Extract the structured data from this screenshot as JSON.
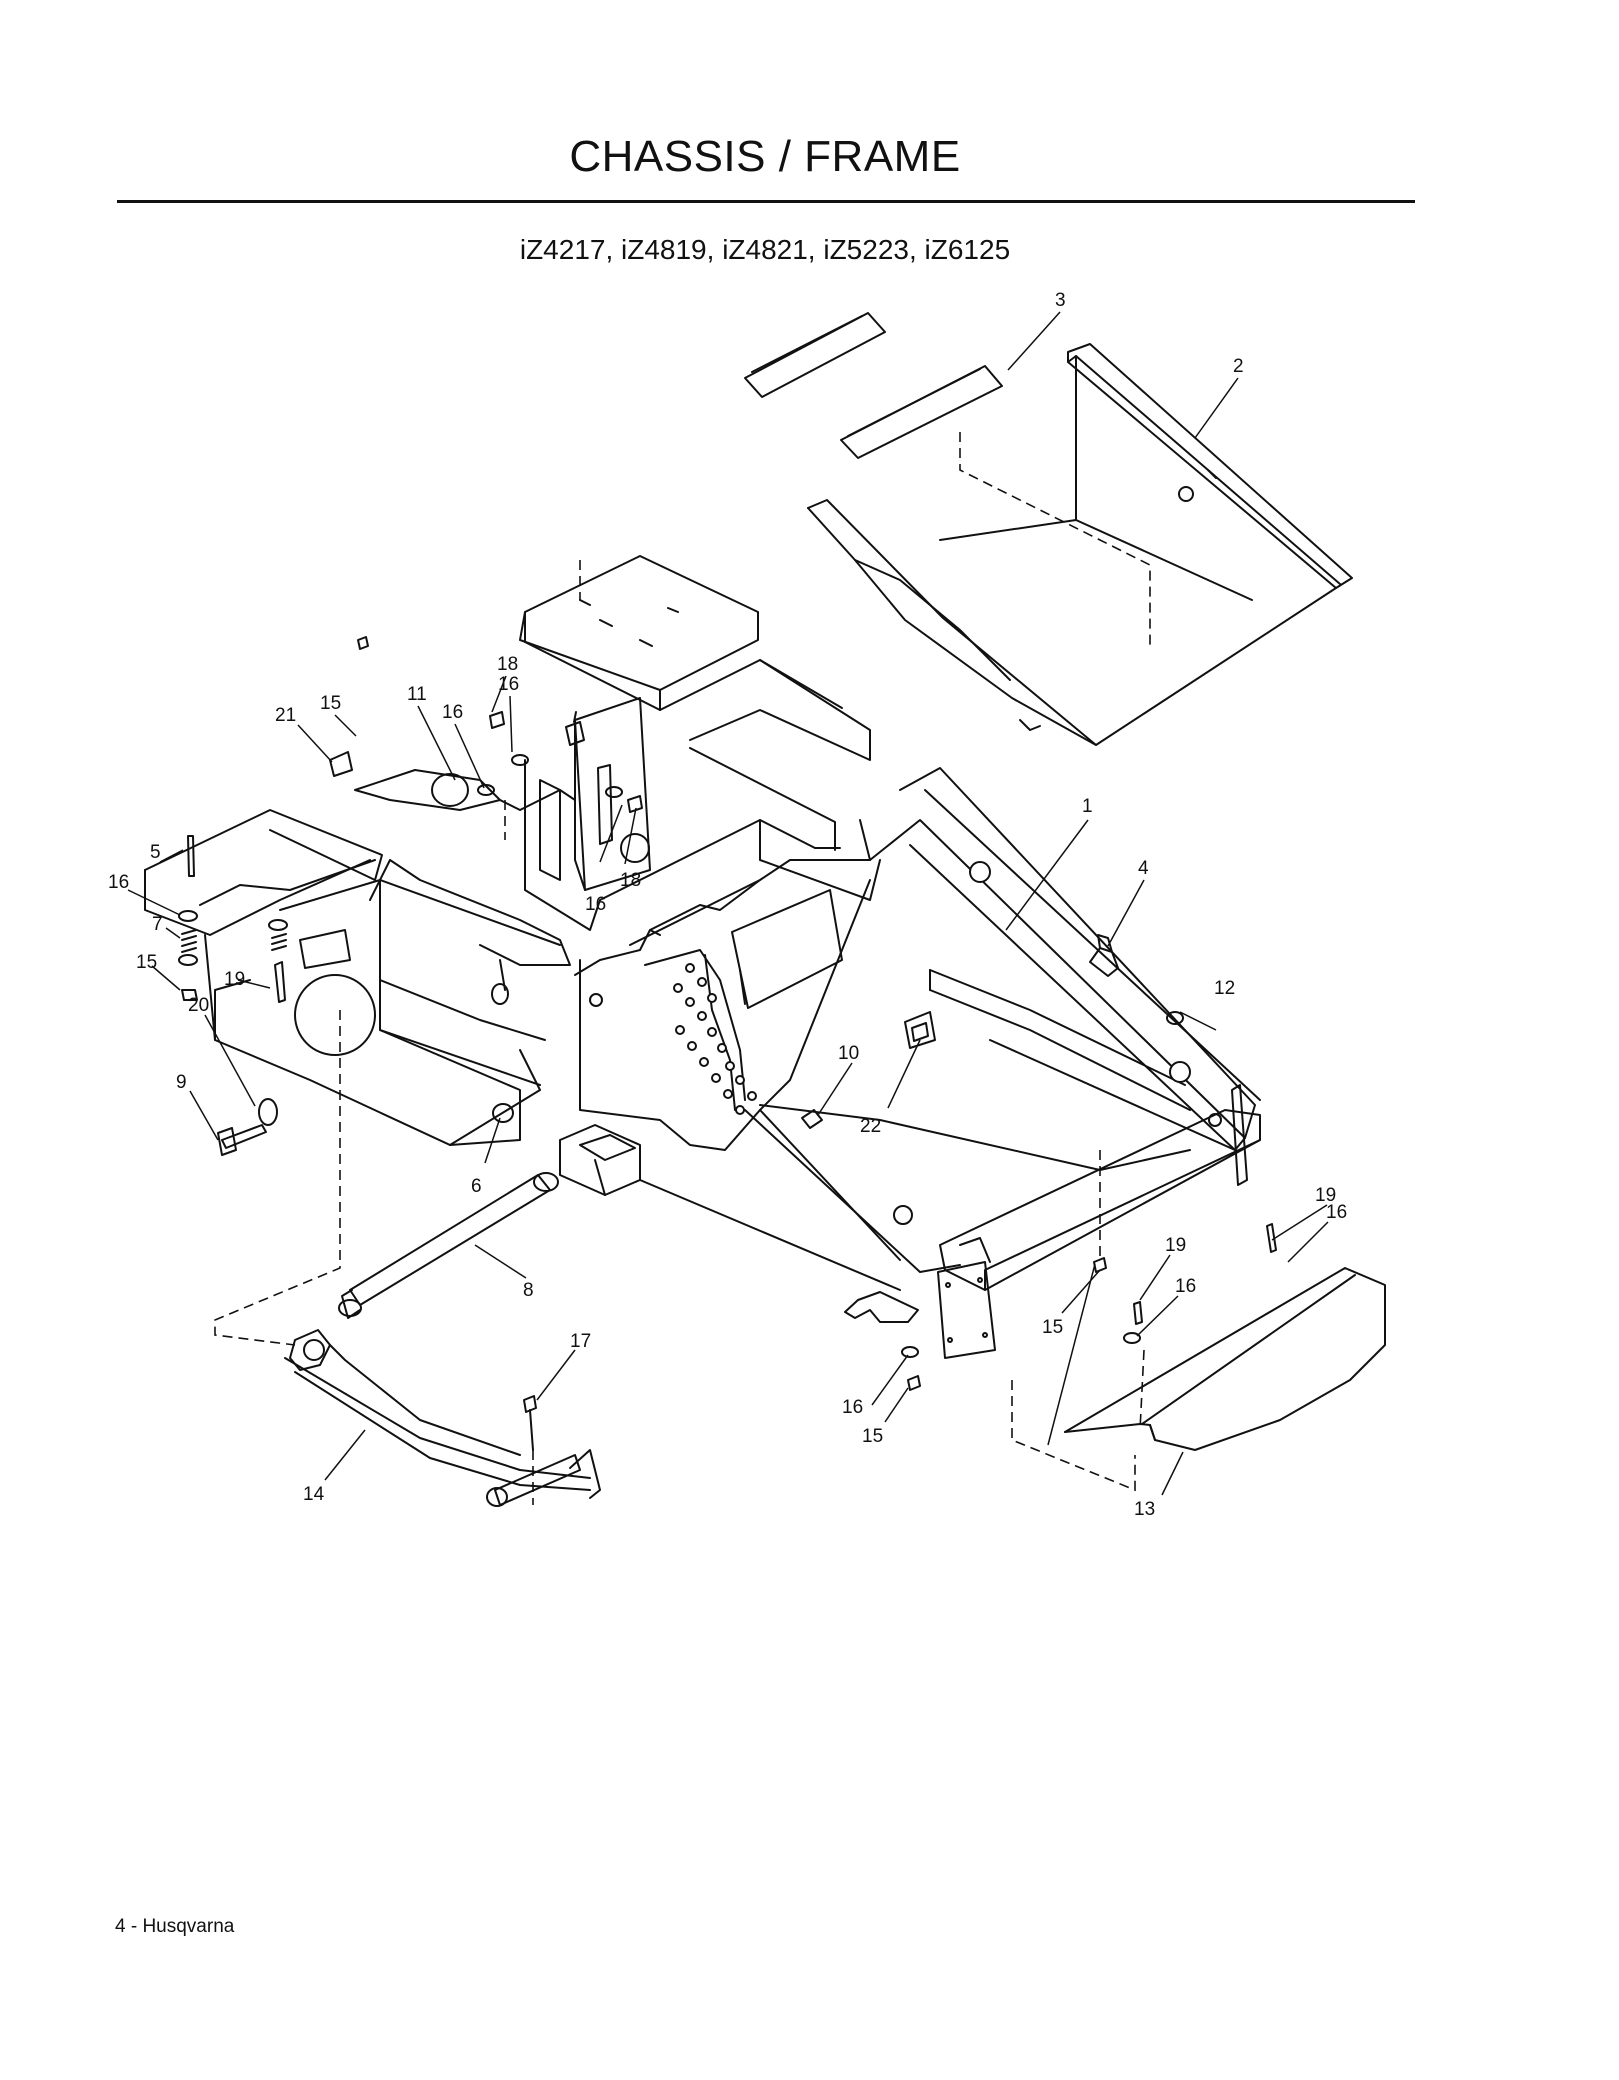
{
  "header": {
    "title": "CHASSIS / FRAME",
    "models": "iZ4217, iZ4819, iZ4821, iZ5223, iZ6125"
  },
  "diagram": {
    "callouts": [
      "3",
      "2",
      "1",
      "4",
      "12",
      "18",
      "16",
      "15",
      "21",
      "11",
      "16",
      "16",
      "18",
      "5",
      "16",
      "7",
      "15",
      "19",
      "20",
      "9",
      "10",
      "22",
      "6",
      "8",
      "19",
      "16",
      "19",
      "16",
      "15",
      "17",
      "16",
      "15",
      "14",
      "13"
    ]
  },
  "footer": {
    "page": "4 - Husqvarna"
  }
}
